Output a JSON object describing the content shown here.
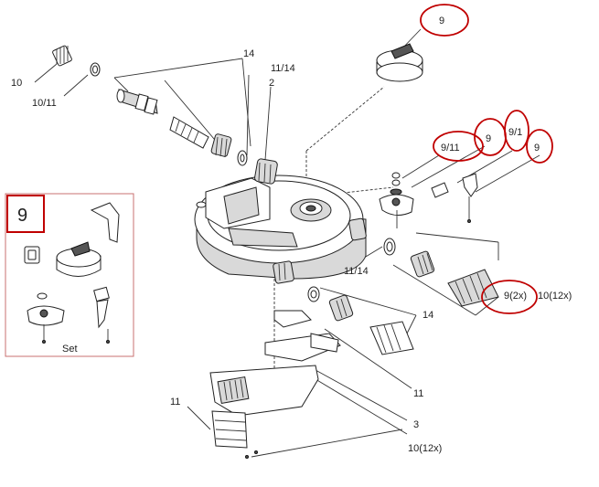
{
  "callouts": {
    "c10_top": "10",
    "c10_11": "10/11",
    "c14_top": "14",
    "c11_14_top": "11/14",
    "c2": "2",
    "c9_top": "9",
    "c9_11": "9/11",
    "c9_mid": "9",
    "c9_1": "9/1",
    "c9_right": "9",
    "c9_2x": "9(2x)",
    "c10_12x_right": "10(12x)",
    "c11_14_mid": "11/14",
    "c14_mid": "14",
    "c11_right": "11",
    "c11_left": "11",
    "c3": "3",
    "c10_12x_bottom": "10(12x)"
  },
  "inset": {
    "number": "9",
    "caption": "Set"
  },
  "colors": {
    "highlight": "#c00000",
    "inset_border": "#c87070",
    "line": "#333333"
  }
}
